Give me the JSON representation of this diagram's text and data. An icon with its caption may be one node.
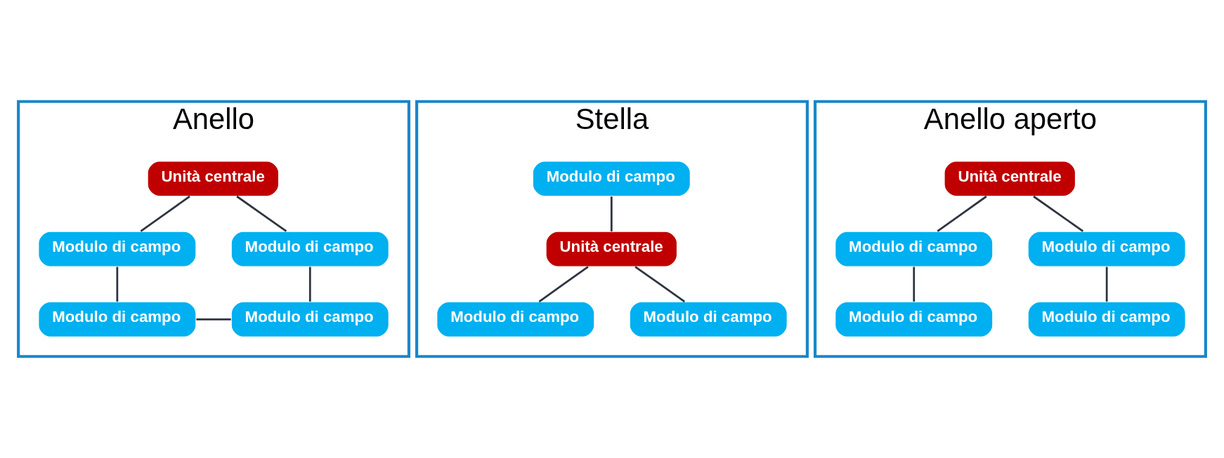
{
  "diagram": {
    "nodes": [
      {
        "text": [
          "Anello"
        ]
      },
      {
        "text": [
          "Unità centrale"
        ],
        "in": 0
      },
      {
        "text": [
          "Modulo di campo"
        ],
        "in": 0
      },
      {
        "text": [
          "Modulo di campo"
        ],
        "in": 0
      },
      {
        "text": [
          "Modulo di campo"
        ],
        "in": 0
      },
      {
        "text": [
          "Modulo di campo"
        ],
        "in": 0
      },
      {
        "text": [
          "Stella"
        ]
      },
      {
        "text": [
          "Modulo di campo"
        ],
        "in": 6
      },
      {
        "text": [
          "Unità centrale"
        ],
        "in": 6
      },
      {
        "text": [
          "Modulo di campo"
        ],
        "in": 6
      },
      {
        "text": [
          "Modulo di campo"
        ],
        "in": 6
      },
      {
        "text": [
          "Anello aperto"
        ]
      },
      {
        "text": [
          "Unità centrale"
        ],
        "in": 11
      },
      {
        "text": [
          "Modulo di campo"
        ],
        "in": 11
      },
      {
        "text": [
          "Modulo di campo"
        ],
        "in": 11
      },
      {
        "text": [
          "Modulo di campo"
        ],
        "in": 11
      },
      {
        "text": [
          "Modulo di campo"
        ],
        "in": 11
      }
    ],
    "edges": [
      {
        "from": 1,
        "to": 3,
        "arrow": "none"
      },
      {
        "from": 3,
        "to": 5,
        "arrow": "none"
      },
      {
        "from": 5,
        "to": 4,
        "arrow": "none"
      },
      {
        "from": 4,
        "to": 2,
        "arrow": "none"
      },
      {
        "from": 2,
        "to": 1,
        "arrow": "none"
      },
      {
        "from": 7,
        "to": 8,
        "arrow": "none"
      },
      {
        "from": 8,
        "to": 9,
        "arrow": "none"
      },
      {
        "from": 8,
        "to": 10,
        "arrow": "none"
      },
      {
        "from": 12,
        "to": 13,
        "arrow": "none"
      },
      {
        "from": 13,
        "to": 15,
        "arrow": "none"
      },
      {
        "from": 12,
        "to": 14,
        "arrow": "none"
      },
      {
        "from": 14,
        "to": 16,
        "arrow": "none"
      }
    ]
  }
}
